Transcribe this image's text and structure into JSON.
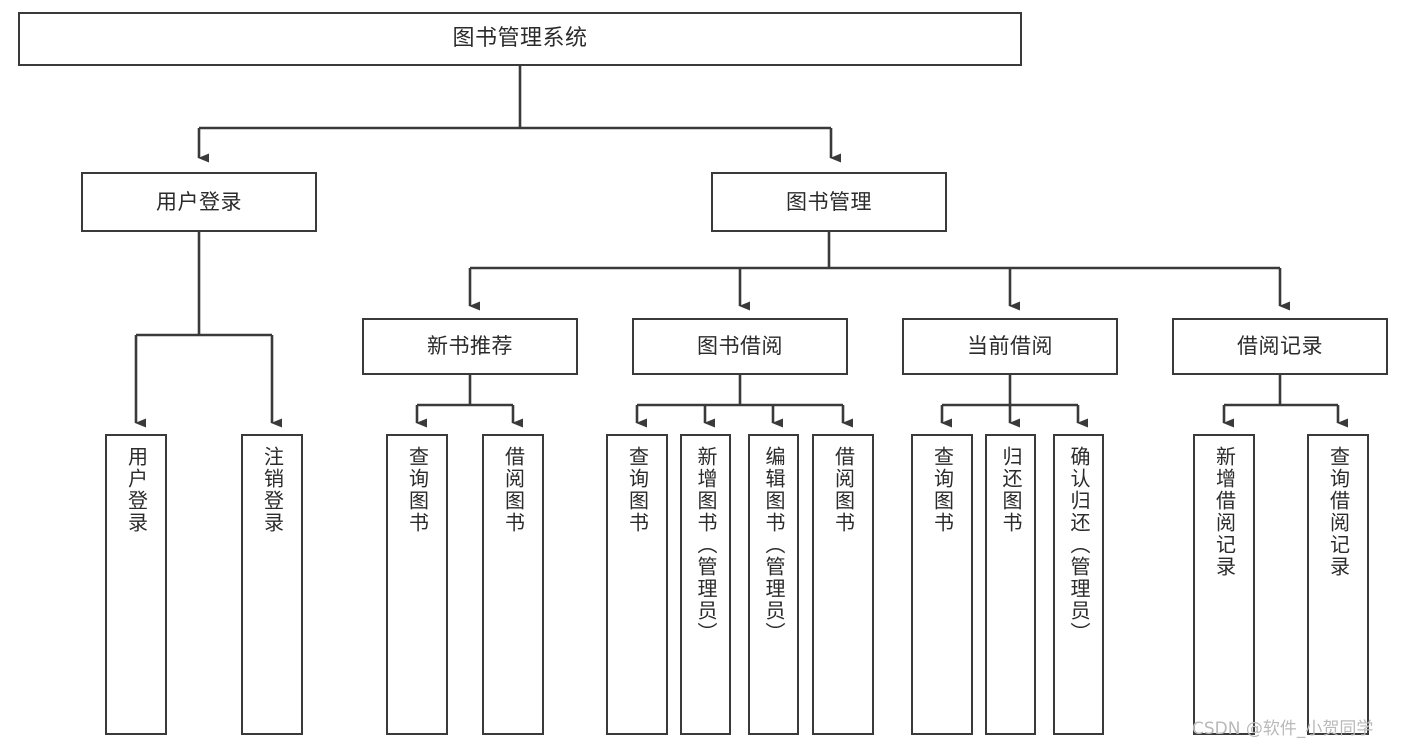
{
  "diagram": {
    "title": "图书管理系统",
    "type": "tree-hierarchy",
    "root": {
      "label": "图书管理系统"
    },
    "level2": [
      {
        "label": "用户登录"
      },
      {
        "label": "图书管理"
      }
    ],
    "level3": [
      {
        "label": "新书推荐"
      },
      {
        "label": "图书借阅"
      },
      {
        "label": "当前借阅"
      },
      {
        "label": "借阅记录"
      }
    ],
    "leaves": {
      "user_login": [
        {
          "label": "用户登录"
        },
        {
          "label": "注销登录"
        }
      ],
      "new_book_recommend": [
        {
          "label": "查询图书"
        },
        {
          "label": "借阅图书"
        }
      ],
      "book_borrow": [
        {
          "label": "查询图书"
        },
        {
          "label": "新增图书（管理员）"
        },
        {
          "label": "编辑图书（管理员）"
        },
        {
          "label": "借阅图书"
        }
      ],
      "current_borrow": [
        {
          "label": "查询图书"
        },
        {
          "label": "归还图书"
        },
        {
          "label": "确认归还（管理员）"
        }
      ],
      "borrow_record": [
        {
          "label": "新增借阅记录"
        },
        {
          "label": "查询借阅记录"
        }
      ]
    }
  },
  "watermark": {
    "text": "CSDN @软件_小贺同学"
  },
  "colors": {
    "stroke": "#3a3a3a",
    "background": "#ffffff",
    "text": "#2b2b2b",
    "watermark": "#b9b9b9"
  }
}
